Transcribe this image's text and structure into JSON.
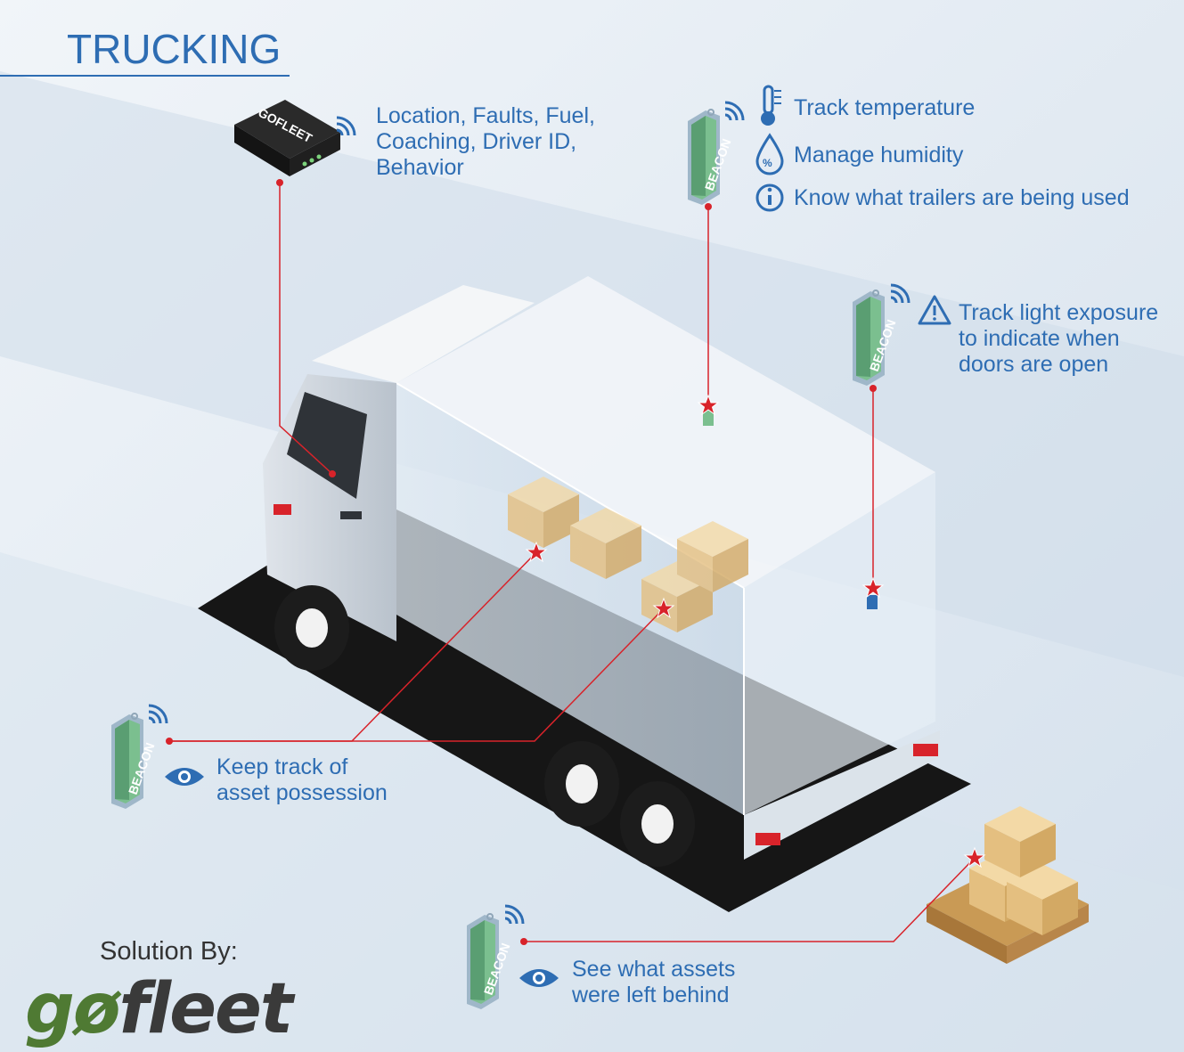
{
  "title": "TRUCKING",
  "gofleet_device": {
    "device_label": "GOFLEET",
    "features": "Location, Faults, Fuel,\nCoaching, Driver ID,\nBehavior"
  },
  "beacon_label": "BEACON",
  "top_beacon": {
    "items": [
      {
        "icon": "thermometer-icon",
        "label": "Track temperature"
      },
      {
        "icon": "humidity-drop-icon",
        "label": "Manage humidity"
      },
      {
        "icon": "info-icon",
        "label": "Know what trailers are being used"
      }
    ]
  },
  "door_beacon": {
    "icon": "warning-icon",
    "label": "Track light exposure\nto indicate when\ndoors are open"
  },
  "asset_beacon": {
    "icon": "eye-icon",
    "label": "Keep track of\nasset possession"
  },
  "left_behind_beacon": {
    "icon": "eye-icon",
    "label": "See what assets\nwere left behind"
  },
  "solution_by": "Solution By:",
  "logo": {
    "prefix": "gø",
    "rest": "fleet"
  },
  "colors": {
    "accent_blue": "#2e6db3",
    "marker_red": "#d8232a",
    "logo_green": "#4f7a33",
    "background": "#e3ebf4"
  }
}
